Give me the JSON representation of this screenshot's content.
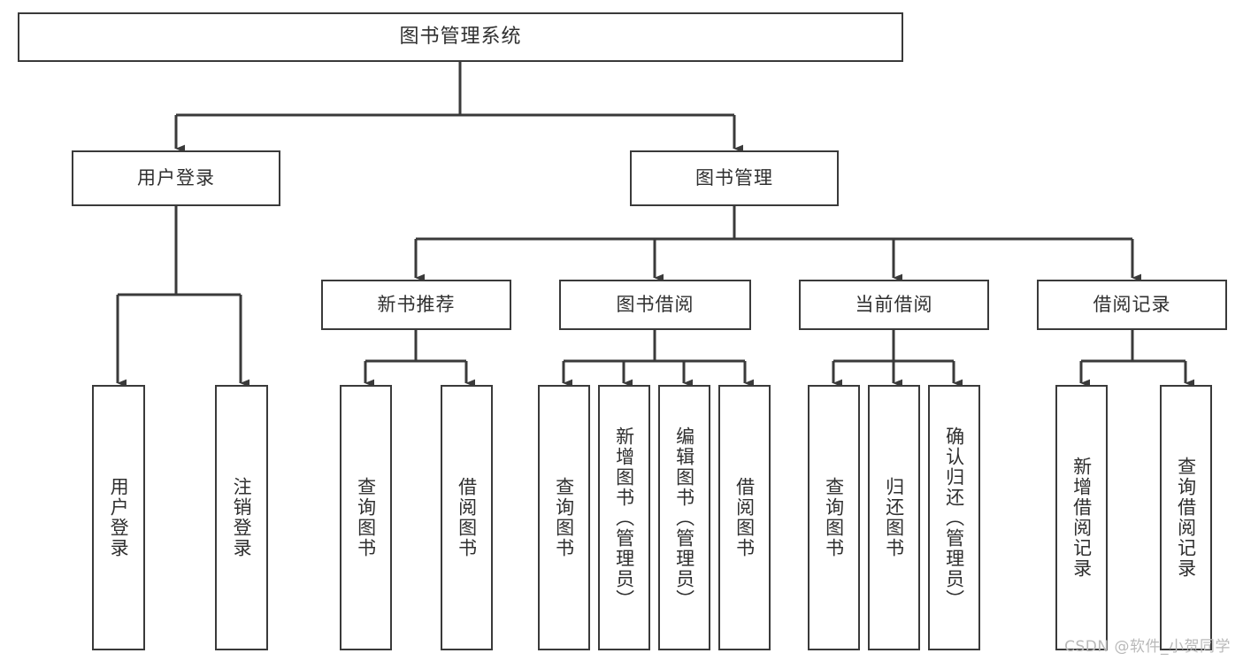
{
  "diagram": {
    "title": "图书管理系统",
    "watermark": "CSDN @软件_小贺同学",
    "colors": {
      "box_border": "#3a3a3a",
      "box_fill": "#ffffff",
      "connector": "#3a3a3a",
      "text": "#2f2f2f",
      "watermark": "#b9b9b9",
      "background": "#ffffff"
    },
    "root": {
      "label": "图书管理系统"
    },
    "level2": [
      {
        "label": "用户登录"
      },
      {
        "label": "图书管理"
      }
    ],
    "level3": [
      {
        "label": "新书推荐"
      },
      {
        "label": "图书借阅"
      },
      {
        "label": "当前借阅"
      },
      {
        "label": "借阅记录"
      }
    ],
    "leaves": {
      "user_login": [
        {
          "label": "用户登录"
        },
        {
          "label": "注销登录"
        }
      ],
      "new_book_recommend": [
        {
          "label": "查询图书"
        },
        {
          "label": "借阅图书"
        }
      ],
      "book_borrow": [
        {
          "label": "查询图书"
        },
        {
          "label": "新增图书（管理员）"
        },
        {
          "label": "编辑图书（管理员）"
        },
        {
          "label": "借阅图书"
        }
      ],
      "current_borrow": [
        {
          "label": "查询图书"
        },
        {
          "label": "归还图书"
        },
        {
          "label": "确认归还（管理员）"
        }
      ],
      "borrow_record": [
        {
          "label": "新增借阅记录"
        },
        {
          "label": "查询借阅记录"
        }
      ]
    }
  }
}
